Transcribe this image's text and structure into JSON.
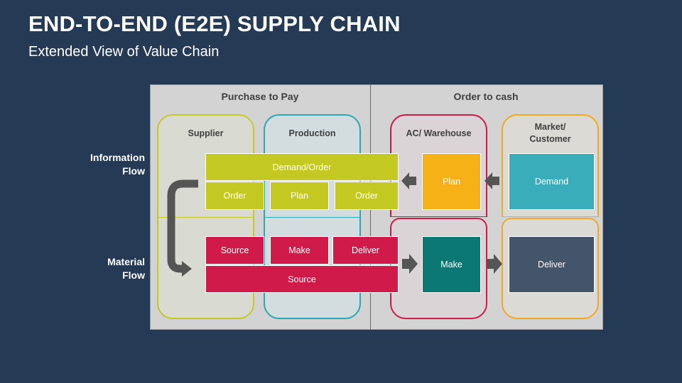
{
  "title": "END-TO-END (E2E) SUPPLY CHAIN",
  "subtitle": "Extended View of Value Chain",
  "sections": {
    "left": "Purchase to Pay",
    "right": "Order to cash"
  },
  "columns": {
    "supplier": "Supplier",
    "production": "Production",
    "warehouse": "AC/ Warehouse",
    "market_line1": "Market/",
    "market_line2": "Customer"
  },
  "rows": {
    "info_line1": "Information",
    "info_line2": "Flow",
    "material_line1": "Material",
    "material_line2": "Flow"
  },
  "info_flow": {
    "demand_order": "Demand/Order",
    "order_1": "Order",
    "plan_1": "Plan",
    "order_2": "Order",
    "warehouse_plan": "Plan",
    "market_demand": "Demand"
  },
  "material_flow": {
    "source_1": "Source",
    "make_1": "Make",
    "deliver_1": "Deliver",
    "source_2": "Source",
    "warehouse_make": "Make",
    "market_deliver": "Deliver"
  },
  "colors": {
    "background": "#253a55",
    "panel": "#d3d3d3",
    "supplier_border": "#c4c921",
    "production_border": "#2aa7b5",
    "warehouse_border": "#d01a4a",
    "market_border": "#f2a922",
    "green": "#c4c921",
    "red": "#d01a4a",
    "orange": "#f6b117",
    "teal_light": "#3aadbb",
    "teal_dark": "#0b7873",
    "slate": "#44546a",
    "arrow": "#555555"
  }
}
